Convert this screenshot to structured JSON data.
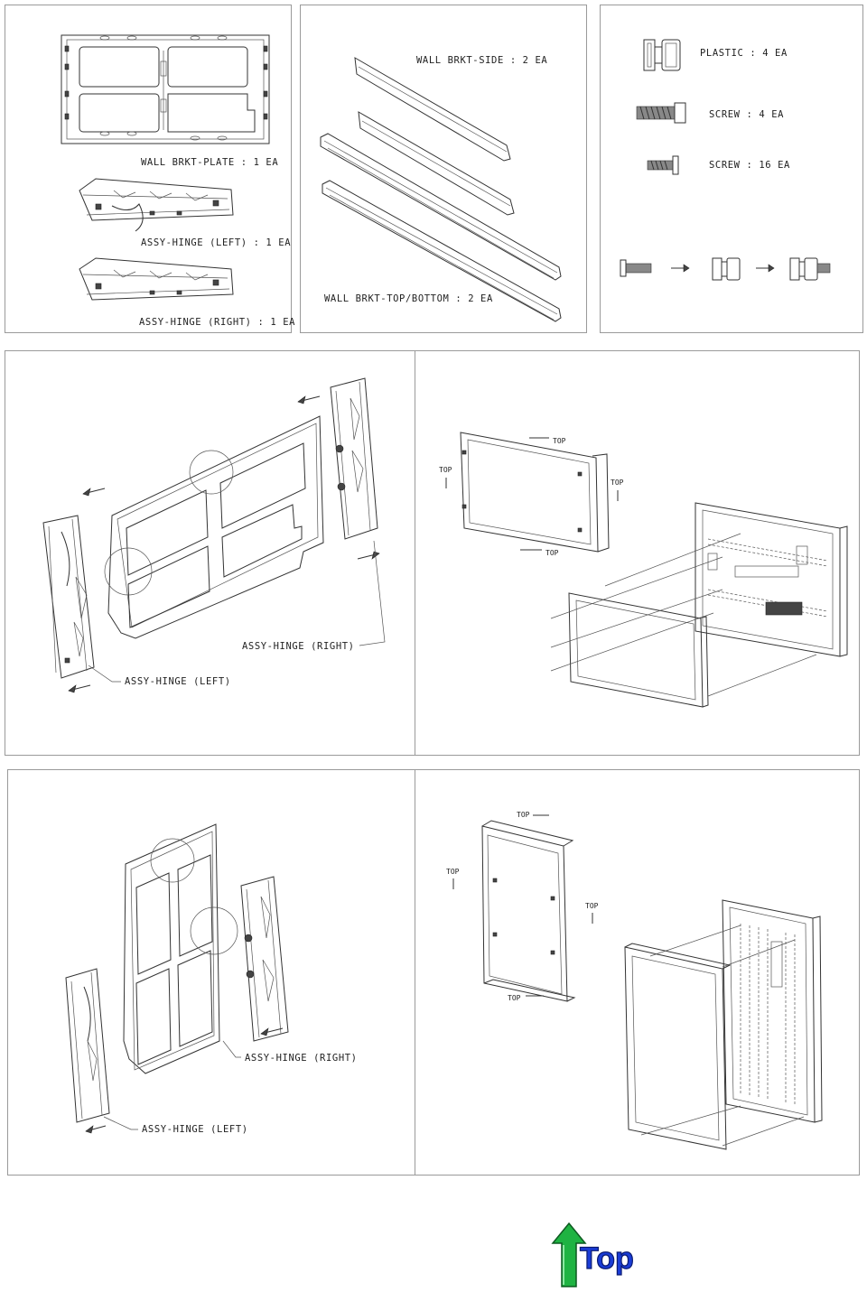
{
  "parts_panel": {
    "plate_label": "WALL BRKT-PLATE : 1 EA",
    "hinge_left_label": "ASSY-HINGE (LEFT) : 1 EA",
    "hinge_right_label": "ASSY-HINGE (RIGHT) : 1 EA"
  },
  "brackets_panel": {
    "side_label": "WALL BRKT-SIDE : 2 EA",
    "topbottom_label": "WALL BRKT-TOP/BOTTOM : 2 EA"
  },
  "hardware_panel": {
    "plastic_label": "PLASTIC : 4 EA",
    "screw_large_label": "SCREW : 4 EA",
    "screw_small_label": "SCREW : 16 EA"
  },
  "landscape_hinge_panel": {
    "right_label": "ASSY-HINGE (RIGHT)",
    "left_label": "ASSY-HINGE (LEFT)"
  },
  "landscape_frame_panel": {
    "top_marker": "TOP"
  },
  "portrait_hinge_panel": {
    "right_label": "ASSY-HINGE (RIGHT)",
    "left_label": "ASSY-HINGE (LEFT)"
  },
  "portrait_frame_panel": {
    "top_marker": "TOP"
  },
  "top_button": {
    "label": "Top",
    "colors": {
      "text": "#1530c8",
      "arrow": "#19a83a"
    },
    "icon": "up-arrow-icon"
  }
}
